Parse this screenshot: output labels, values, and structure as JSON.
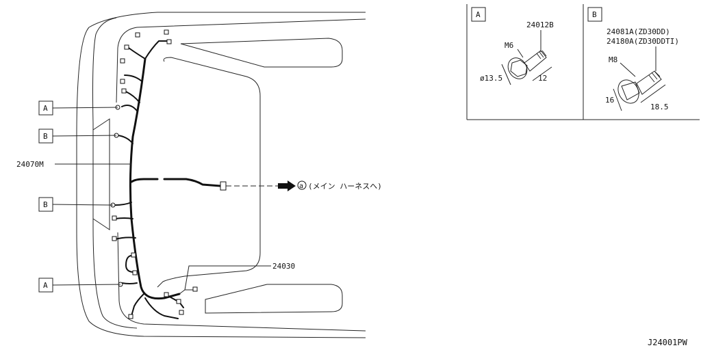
{
  "callouts": {
    "a_top": "A",
    "b_top": "B",
    "harness_part": "24070M",
    "b_bottom": "B",
    "a_bottom": "A",
    "clip_part": "24030"
  },
  "connector_note": {
    "marker": "a",
    "text": "(メイン ハーネスへ)"
  },
  "detail_a": {
    "box_label": "A",
    "part": "24012B",
    "thread": "M6",
    "diameter": "ø13.5",
    "length": "12"
  },
  "detail_b": {
    "box_label": "B",
    "part_1": "24081A(ZD30DD)",
    "part_2": "24180A(ZD30DDTI)",
    "thread": "M8",
    "height": "16",
    "length": "18.5"
  },
  "drawing_code": "J24001PW"
}
